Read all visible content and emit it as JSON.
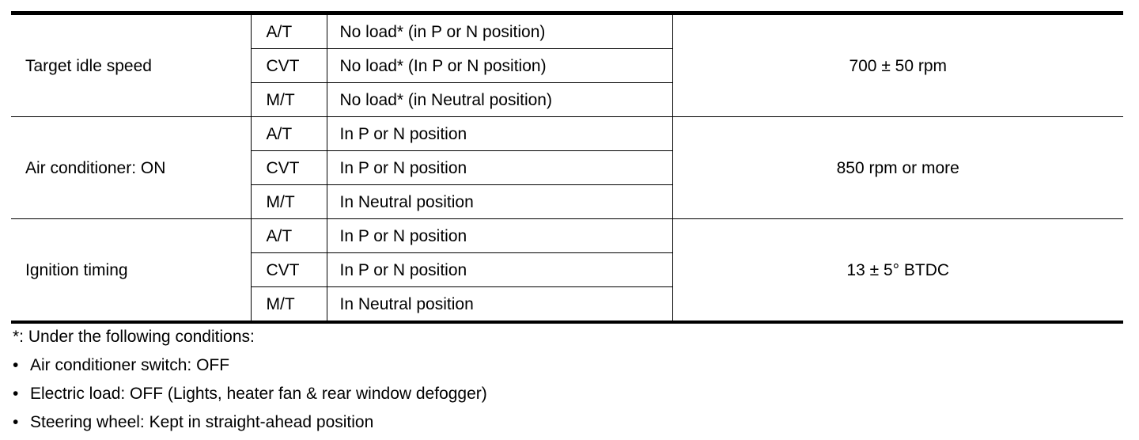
{
  "table": {
    "groups": [
      {
        "item": "Target idle speed",
        "rows": [
          {
            "trans": "A/T",
            "cond": "No load* (in P or N position)"
          },
          {
            "trans": "CVT",
            "cond": "No load* (In P or N position)"
          },
          {
            "trans": "M/T",
            "cond": "No load* (in Neutral position)"
          }
        ],
        "value": "700 ± 50 rpm"
      },
      {
        "item": "Air conditioner: ON",
        "rows": [
          {
            "trans": "A/T",
            "cond": "In P or N position"
          },
          {
            "trans": "CVT",
            "cond": "In P or N position"
          },
          {
            "trans": "M/T",
            "cond": "In Neutral position"
          }
        ],
        "value": "850 rpm or more"
      },
      {
        "item": "Ignition timing",
        "rows": [
          {
            "trans": "A/T",
            "cond": "In P or N position"
          },
          {
            "trans": "CVT",
            "cond": "In P or N position"
          },
          {
            "trans": "M/T",
            "cond": "In Neutral position"
          }
        ],
        "value": "13 ± 5° BTDC"
      }
    ]
  },
  "notes": {
    "intro": "*: Under the following conditions:",
    "bullet": "•",
    "items": [
      "Air conditioner switch: OFF",
      "Electric load: OFF (Lights, heater fan & rear window defogger)",
      "Steering wheel: Kept in straight-ahead position"
    ]
  }
}
